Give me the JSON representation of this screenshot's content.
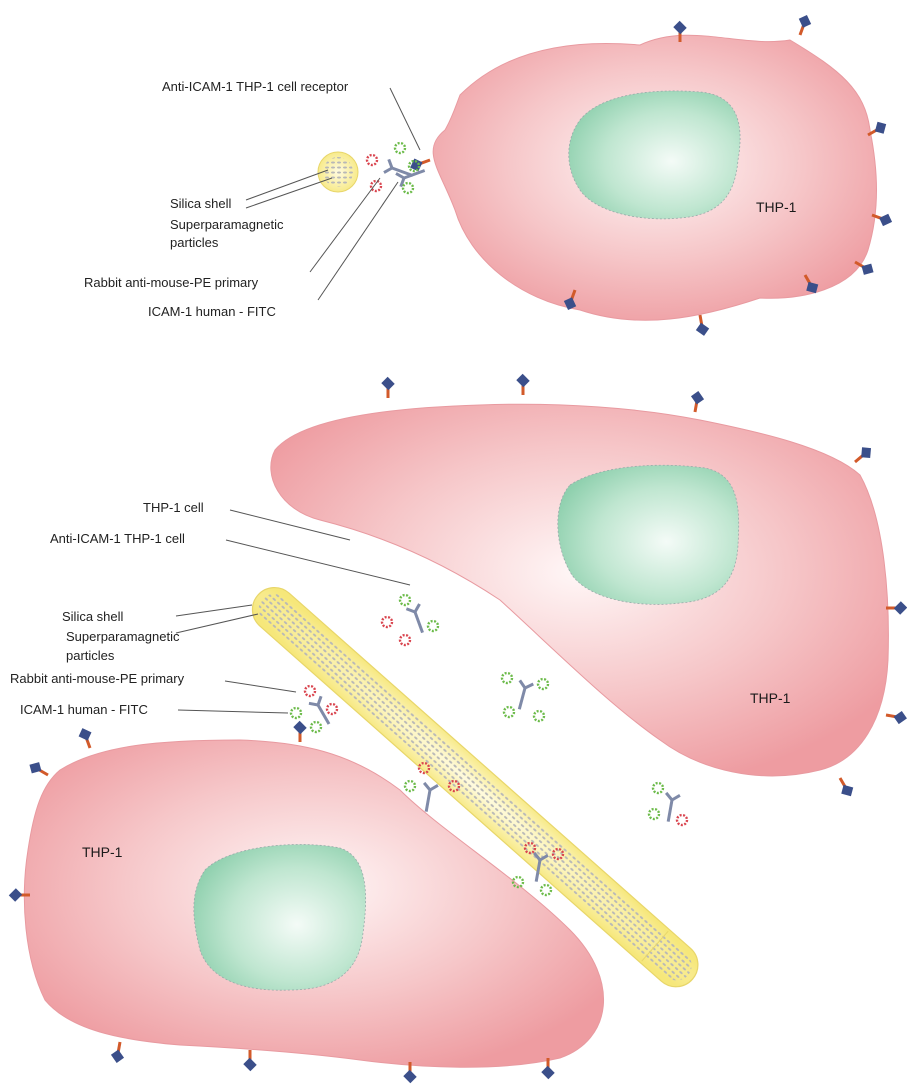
{
  "top_panel": {
    "labels": {
      "receptor": "Anti-ICAM-1 THP-1 cell receptor",
      "silica_shell": "Silica shell",
      "superparamagnetic_1": "Superparamagnetic",
      "superparamagnetic_2": "particles",
      "rabbit_primary": "Rabbit anti-mouse-PE primary",
      "icam_fitc": "ICAM-1 human - FITC"
    },
    "cell_label": "THP-1"
  },
  "bottom_panel": {
    "labels": {
      "thp1_cell": "THP-1 cell",
      "anti_icam_cell": "Anti-ICAM-1 THP-1 cell",
      "silica_shell": "Silica shell",
      "superparamagnetic_1": "Superparamagnetic",
      "superparamagnetic_2": "particles",
      "rabbit_primary": "Rabbit anti-mouse-PE primary",
      "icam_fitc": "ICAM-1 human - FITC"
    },
    "upper_cell_label": "THP-1",
    "lower_cell_label": "THP-1"
  },
  "colors": {
    "cell_body": "#f4b9bc",
    "cell_edge": "#e8888e",
    "nucleus": "#a8dcc0",
    "silica": "#fdf3a0",
    "receptor_head": "#3b4f8a",
    "receptor_stem": "#d25a2a",
    "pe_marker": "#d9454f",
    "fitc_marker": "#6cbb4a"
  }
}
